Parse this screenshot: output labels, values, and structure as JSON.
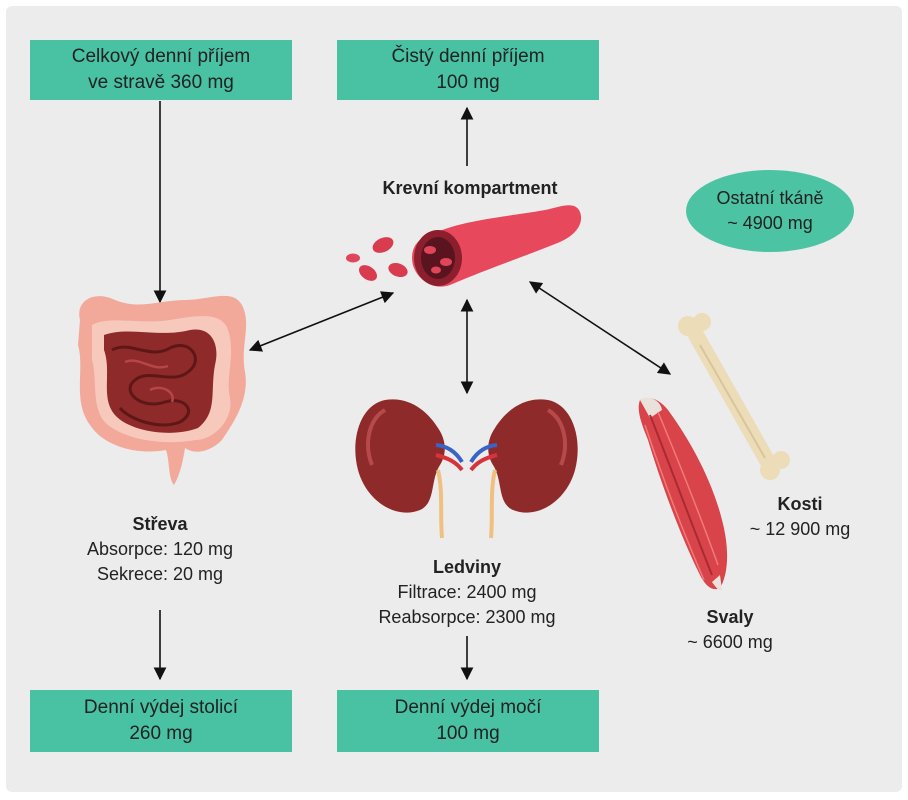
{
  "boxes": {
    "total_intake": {
      "line1": "Celkový denní příjem",
      "line2": "ve stravě 360 mg"
    },
    "net_intake": {
      "line1": "Čistý denní příjem",
      "line2": "100 mg"
    },
    "stool_output": {
      "line1": "Denní výdej stolicí",
      "line2": "260 mg"
    },
    "urine_output": {
      "line1": "Denní výdej močí",
      "line2": "100 mg"
    }
  },
  "blood": {
    "title": "Krevní kompartment"
  },
  "other_tissues": {
    "title": "Ostatní tkáně",
    "value": "~ 4900 mg"
  },
  "intestines": {
    "title": "Střeva",
    "absorption": "Absorpce: 120 mg",
    "secretion": "Sekrece: 20 mg"
  },
  "kidneys": {
    "title": "Ledviny",
    "filtration": "Filtrace: 2400 mg",
    "reabsorption": "Reabsorpce: 2300 mg"
  },
  "bones": {
    "title": "Kosti",
    "value": "~ 12 900 mg"
  },
  "muscles": {
    "title": "Svaly",
    "value": "~ 6600 mg"
  },
  "colors": {
    "box": "#49c1a3",
    "oval": "#4cc4a4",
    "organ": "#8f2a2a",
    "intestine_outer": "#f2a99a",
    "vessel": "#e8485c",
    "bone": "#ecdcb8",
    "muscle": "#d8444a"
  }
}
